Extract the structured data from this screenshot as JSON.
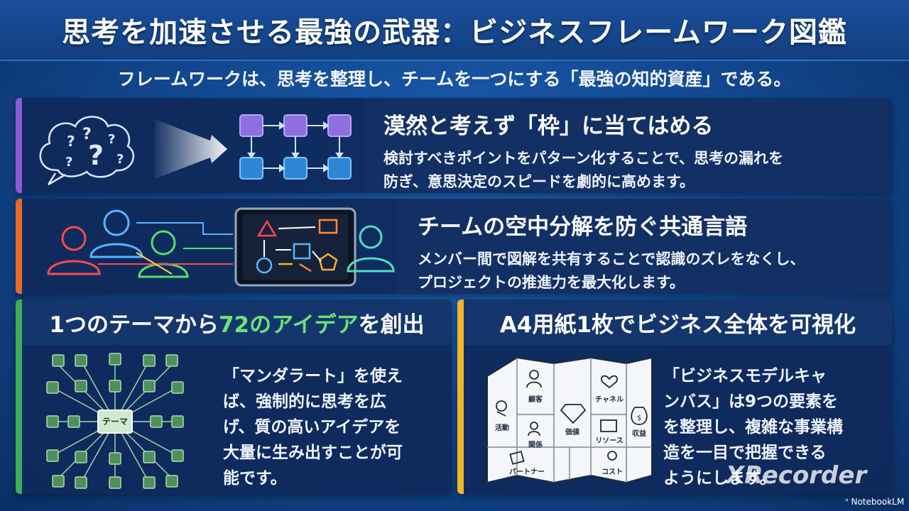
{
  "title": "思考を加速させる最強の武器：ビジネスフレームワーク図鑑",
  "subtitle": "フレームワークは、思考を整理し、チームを一つにする「最強の知的資産」である。",
  "panels": {
    "frame": {
      "heading": "漠然と考えず「枠」に当てはめる",
      "line1": "検討すべきポイントをパターン化することで、思考の漏れを",
      "line2": "防ぎ、意思決定のスピードを劇的に高めます。",
      "accent": "#8a5cd6"
    },
    "team": {
      "heading": "チームの空中分解を防ぐ共通言語",
      "line1": "メンバー間で図解を共有することで認識のズレをなくし、",
      "line2": "プロジェクトの推進力を最大化します。",
      "accent": "#e8692a"
    },
    "mandala": {
      "heading_pre": "1つのテーマから",
      "heading_highlight": "72のアイデア",
      "heading_post": "を創出",
      "center_label": "テーマ",
      "body": [
        "「マンダラート」を使え",
        "ば、強制的に思考を広",
        "げ、質の高いアイデアを",
        "大量に生み出すことが可",
        "能です。"
      ],
      "accent": "#3fae5a"
    },
    "canvas": {
      "heading": "A4用紙1枚でビジネス全体を可視化",
      "labels": [
        "顧客",
        "チャネル",
        "活動",
        "価値",
        "関係",
        "リソース",
        "収益",
        "パートナー",
        "コスト"
      ],
      "body": [
        "「ビジネスモデルキャ",
        "ンバス」は9つの要素を",
        "を整理し、複雑な事業構",
        "造を一目で把握できる",
        "ようにします。"
      ],
      "accent": "#f0b52a"
    }
  },
  "watermark": "XRecorder",
  "brand": "NotebookLM"
}
